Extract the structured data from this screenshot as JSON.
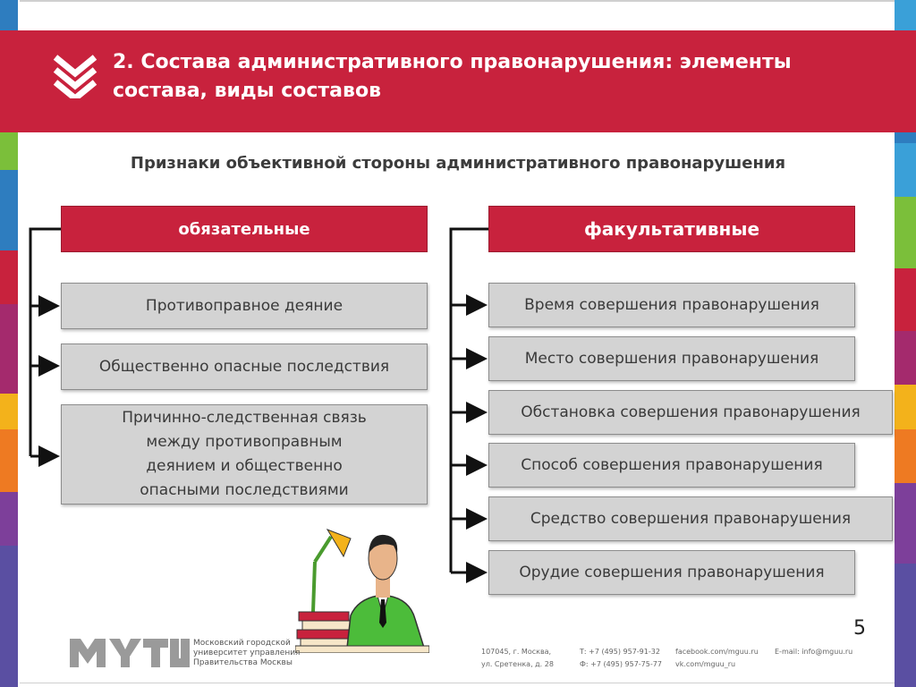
{
  "header": {
    "title_line1": "2. Состава административного правонарушения: элементы",
    "title_line2": "состава, виды составов"
  },
  "diagram": {
    "subtitle": "Признаки объективной стороны административного правонарушения",
    "left": {
      "heading": "обязательные",
      "items": [
        "Противоправное деяние",
        "Общественно опасные последствия",
        "Причинно-следственная связь между противоправным деянием и общественно опасными последствиями"
      ]
    },
    "right": {
      "heading": "факультативные",
      "items": [
        "Время совершения правонарушения",
        "Место совершения правонарушения",
        "Обстановка совершения правонарушения",
        "Способ совершения правонарушения",
        "Средство совершения правонарушения",
        "Орудие совершения правонарушения"
      ]
    }
  },
  "page_number": "5",
  "footer": {
    "logo_line1": "Московский городской",
    "logo_line2": "университет управления",
    "logo_line3": "Правительства Москвы",
    "address_line1": "107045, г. Москва,",
    "address_line2": "ул. Сретенка, д. 28",
    "phone": "Т: +7 (495) 957-91-32",
    "fax": "Ф: +7 (495) 957-75-77",
    "facebook": "facebook.com/mguu.ru",
    "vk": "vk.com/mguu_ru",
    "email": "E-mail: info@mguu.ru"
  },
  "colors": {
    "accent": "#c8223d",
    "box_fill": "#d3d3d3"
  }
}
